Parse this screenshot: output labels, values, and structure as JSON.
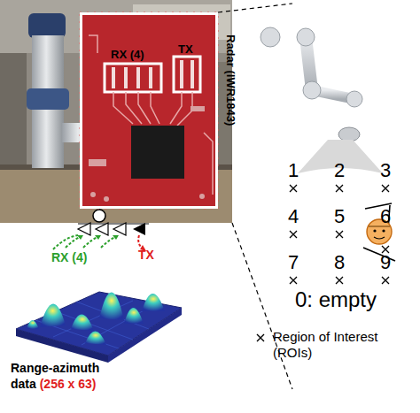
{
  "diagram": {
    "nodes": [
      {
        "text": [
          "RX (4)",
          "TX",
          "Radar (IWR1843)"
        ]
      }
    ],
    "labels": [
      "RX (4)",
      "TX",
      "1",
      "2",
      "3",
      "4",
      "5",
      "6",
      "7",
      "8",
      "9",
      "0: empty",
      "Range-azimuth data",
      "(256 x 63)"
    ],
    "legend": [
      {
        "text": "Region of Interest (ROIs)"
      }
    ]
  }
}
